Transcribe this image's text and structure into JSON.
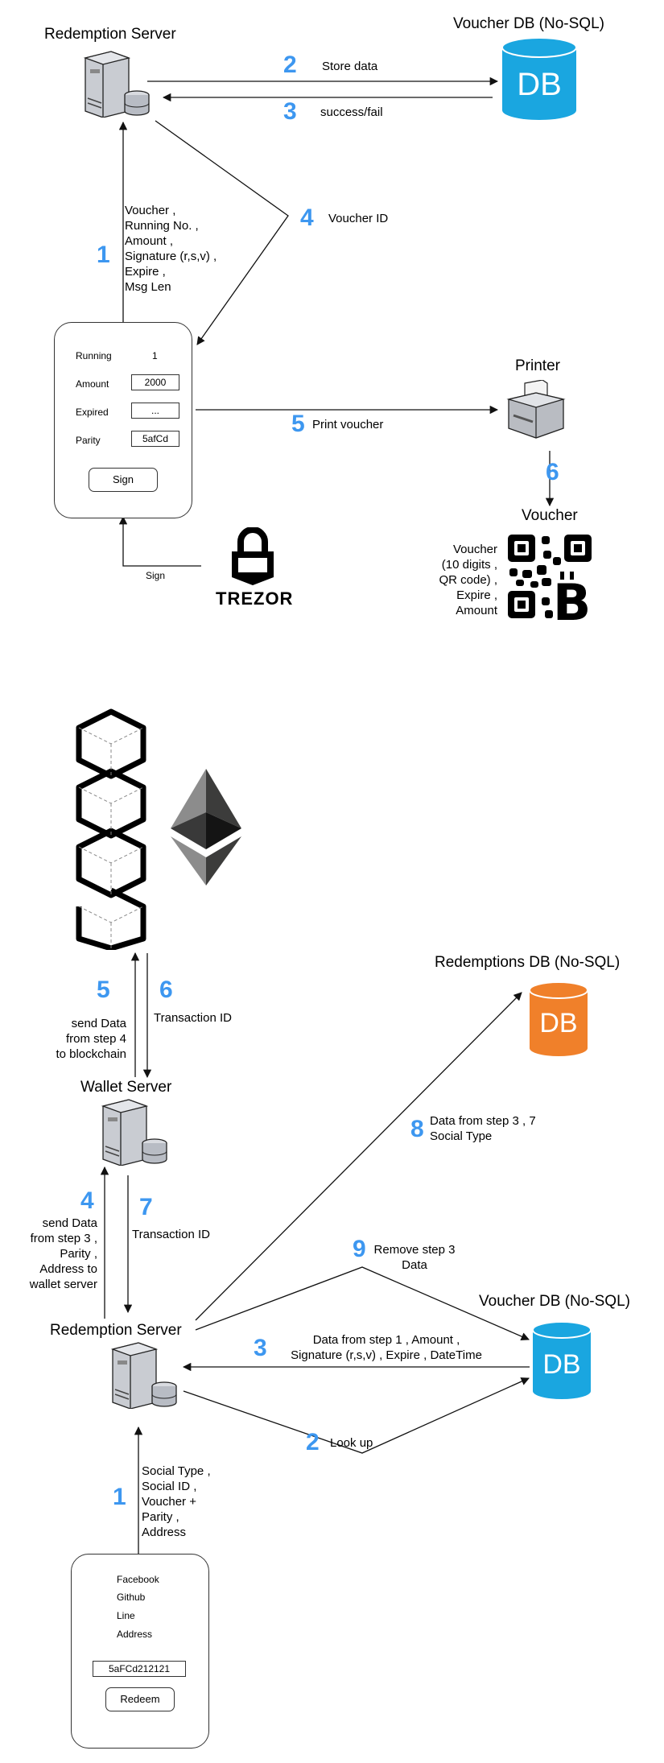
{
  "top": {
    "redemption_server": "Redemption Server",
    "voucher_db": "Voucher DB (No-SQL)",
    "db_label": "DB",
    "step2_num": "2",
    "step2_text": "Store data",
    "step3_num": "3",
    "step3_text": "success/fail",
    "step4_num": "4",
    "step4_text": "Voucher ID",
    "step1_num": "1",
    "step1_lines": [
      "Voucher ,",
      "Running No. ,",
      "Amount ,",
      "Signature (r,s,v) ,",
      "Expire ,",
      "Msg Len"
    ],
    "app": {
      "running_label": "Running",
      "running_value": "1",
      "amount_label": "Amount",
      "amount_value": "2000",
      "expired_label": "Expired",
      "expired_value": "...",
      "parity_label": "Parity",
      "parity_value": "5afCd",
      "sign_button": "Sign"
    },
    "sign_arrow_label": "Sign",
    "trezor": "TREZOR",
    "printer": "Printer",
    "step5_num": "5",
    "step5_text": "Print voucher",
    "step6_num": "6",
    "voucher": "Voucher",
    "voucher_lines": [
      "Voucher",
      "(10 digits ,",
      "QR code) ,",
      "Expire ,",
      "Amount"
    ]
  },
  "bottom": {
    "wallet_server": "Wallet Server",
    "redemption_server": "Redemption Server",
    "redemptions_db": "Redemptions DB (No-SQL)",
    "voucher_db": "Voucher DB (No-SQL)",
    "db_label": "DB",
    "step5_num": "5",
    "step5_lines": [
      "send Data",
      "from step 4",
      "to blockchain"
    ],
    "step6_num": "6",
    "step6_text": "Transaction ID",
    "step4_num": "4",
    "step4_lines": [
      "send Data",
      "from step 3 ,",
      "Parity ,",
      "Address to",
      "wallet server"
    ],
    "step7_num": "7",
    "step7_text": "Transaction ID",
    "step8_num": "8",
    "step8_lines": [
      "Data from step 3 , 7",
      "Social Type"
    ],
    "step9_num": "9",
    "step9_lines": [
      "Remove step 3",
      "Data"
    ],
    "step3_num": "3",
    "step3_lines": [
      "Data from step 1 , Amount ,",
      "Signature (r,s,v) , Expire , DateTime"
    ],
    "step2_num": "2",
    "step2_text": "Look up",
    "step1_num": "1",
    "step1_lines": [
      "Social Type ,",
      "Social ID ,",
      "Voucher +",
      "Parity ,",
      "Address"
    ],
    "app": {
      "items": [
        "Facebook",
        "Github",
        "Line",
        "Address"
      ],
      "input_value": "5aFCd212121",
      "redeem_button": "Redeem"
    }
  },
  "colors": {
    "accent_blue": "#3d97f0",
    "db_blue": "#1aa6e0",
    "db_orange": "#f0802a"
  }
}
